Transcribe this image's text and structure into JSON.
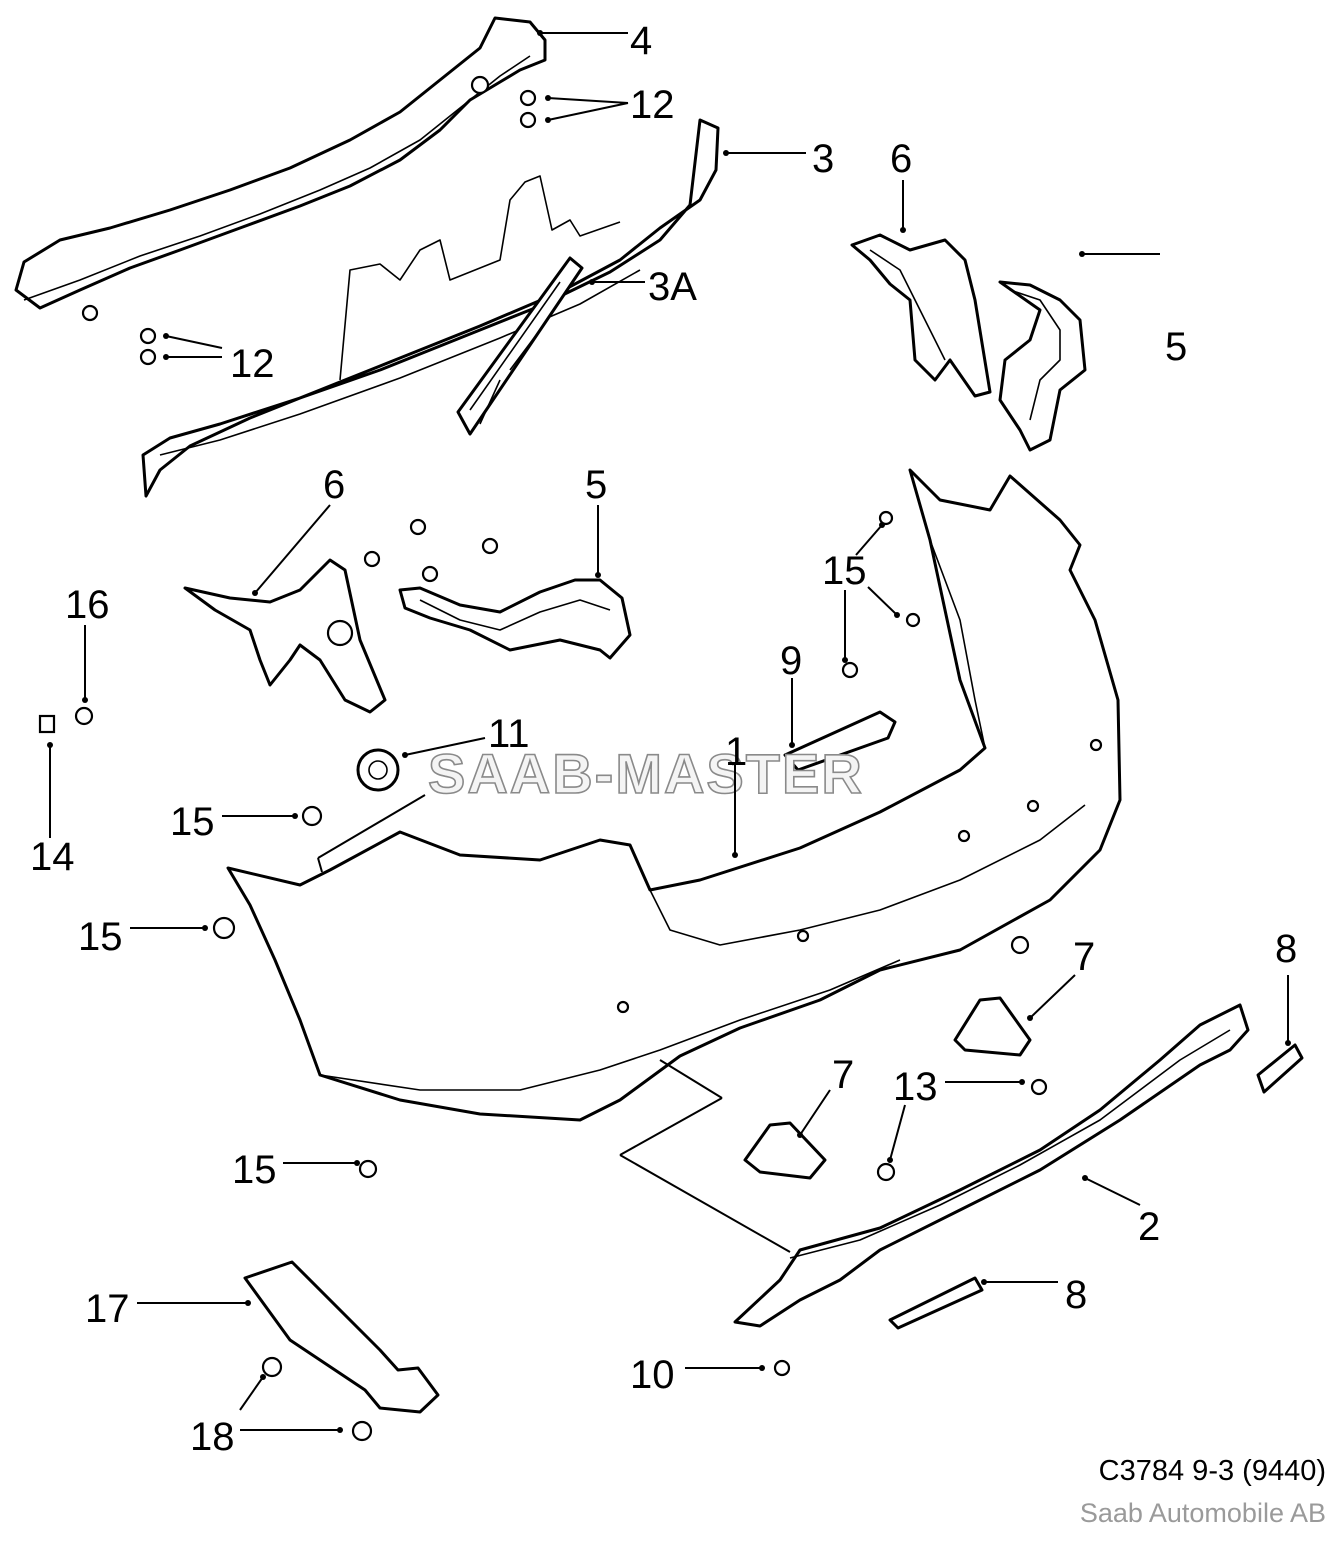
{
  "watermark": "SAAB-MASTER",
  "caption": {
    "code": "C3784 9-3 (9440)",
    "owner": "Saab Automobile AB"
  },
  "callouts": [
    "4",
    "12",
    "3",
    "6",
    "12",
    "3A",
    "5",
    "6",
    "5",
    "16",
    "15",
    "9",
    "1",
    "11",
    "14",
    "15",
    "15",
    "7",
    "8",
    "7",
    "13",
    "15",
    "2",
    "17",
    "8",
    "10",
    "18"
  ]
}
